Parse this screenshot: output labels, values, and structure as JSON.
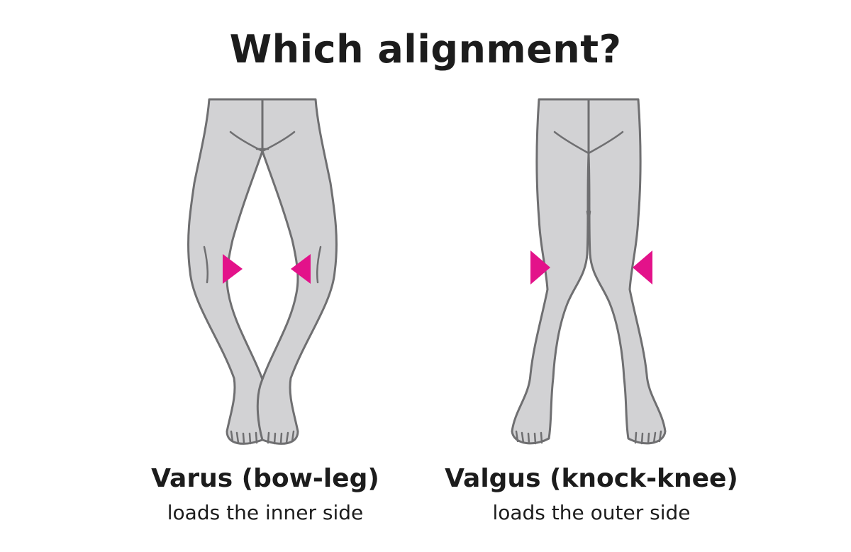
{
  "title": "Which alignment?",
  "colors": {
    "leg_fill": "#d2d2d4",
    "leg_stroke": "#6f6f71",
    "marker": "#e3128a"
  },
  "figures": [
    {
      "name": "varus",
      "caption": "Varus (bow-leg)",
      "description": "loads the inner side",
      "marker_icon": "triangle-pointing-inward"
    },
    {
      "name": "valgus",
      "caption": "Valgus (knock-knee)",
      "description": "loads the outer side",
      "marker_icon": "triangle-pointing-inward"
    }
  ]
}
